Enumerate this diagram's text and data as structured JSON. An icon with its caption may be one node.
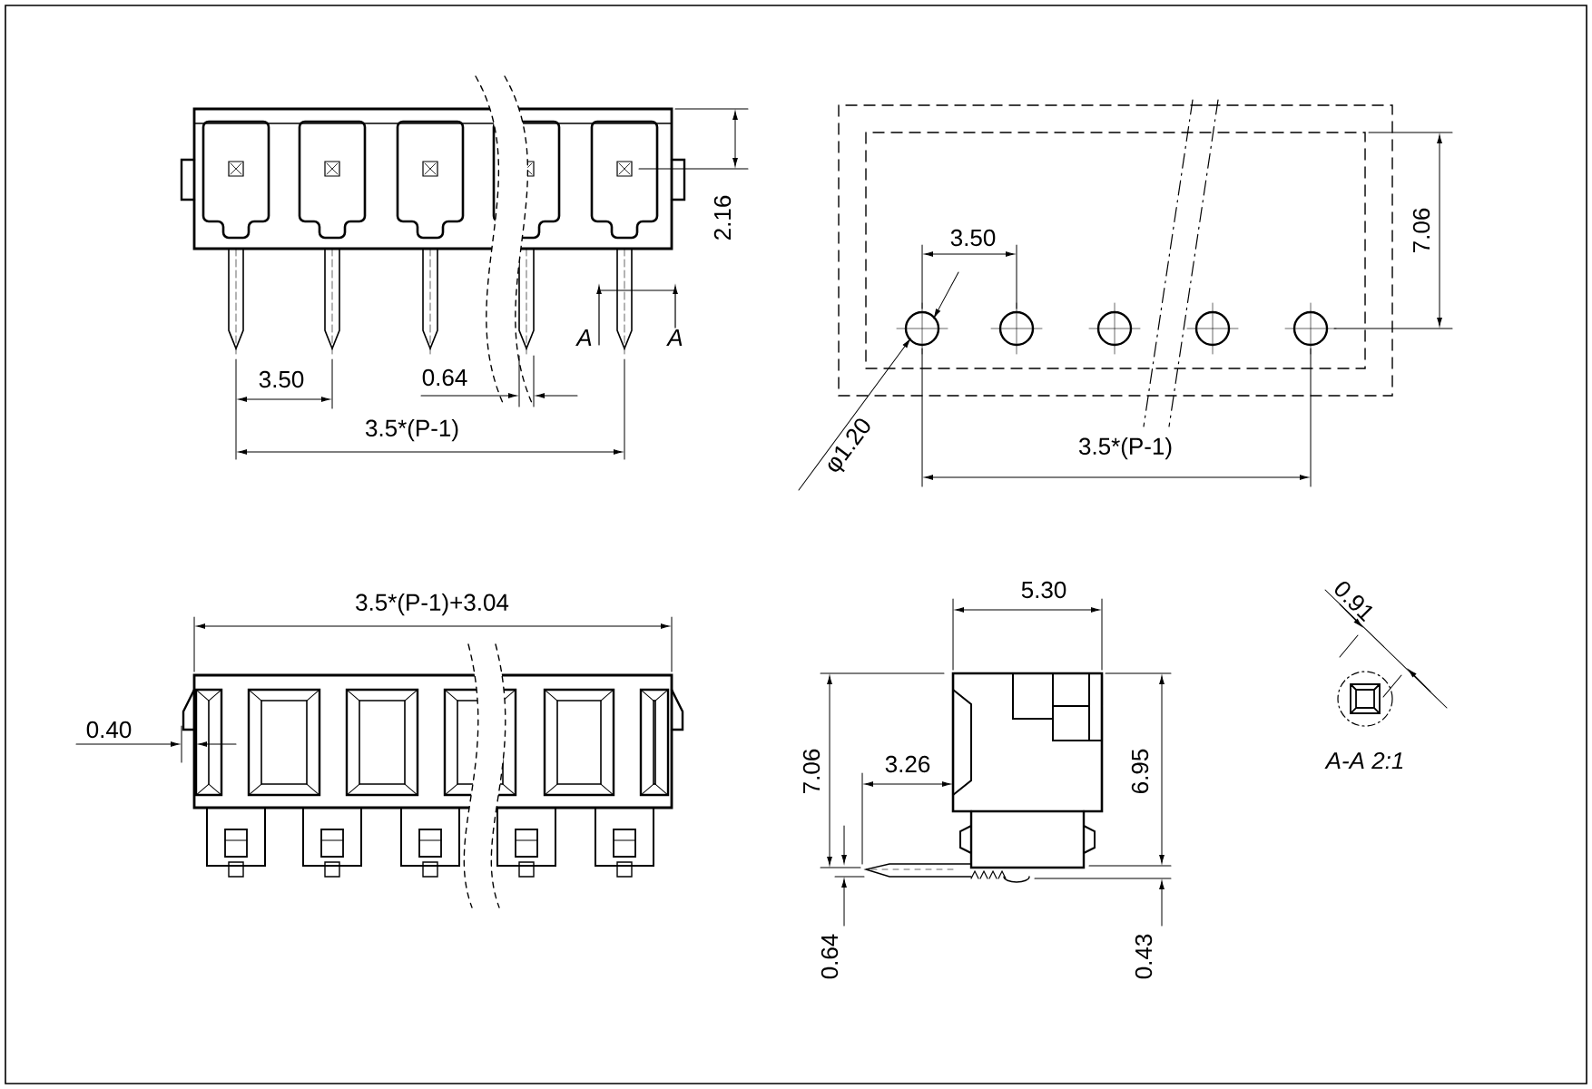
{
  "diagram": {
    "labels": [
      "2.16",
      "3.50",
      "7.06",
      "A",
      "A",
      "3.50",
      "0.64",
      "3.5*(P-1)",
      "φ1.20",
      "3.5*(P-1)",
      "3.5*(P-1)+3.04",
      "5.30",
      "0.91",
      "0.40",
      "7.06",
      "3.26",
      "6.95",
      "A-A 2:1",
      "0.64",
      "0.43"
    ]
  }
}
